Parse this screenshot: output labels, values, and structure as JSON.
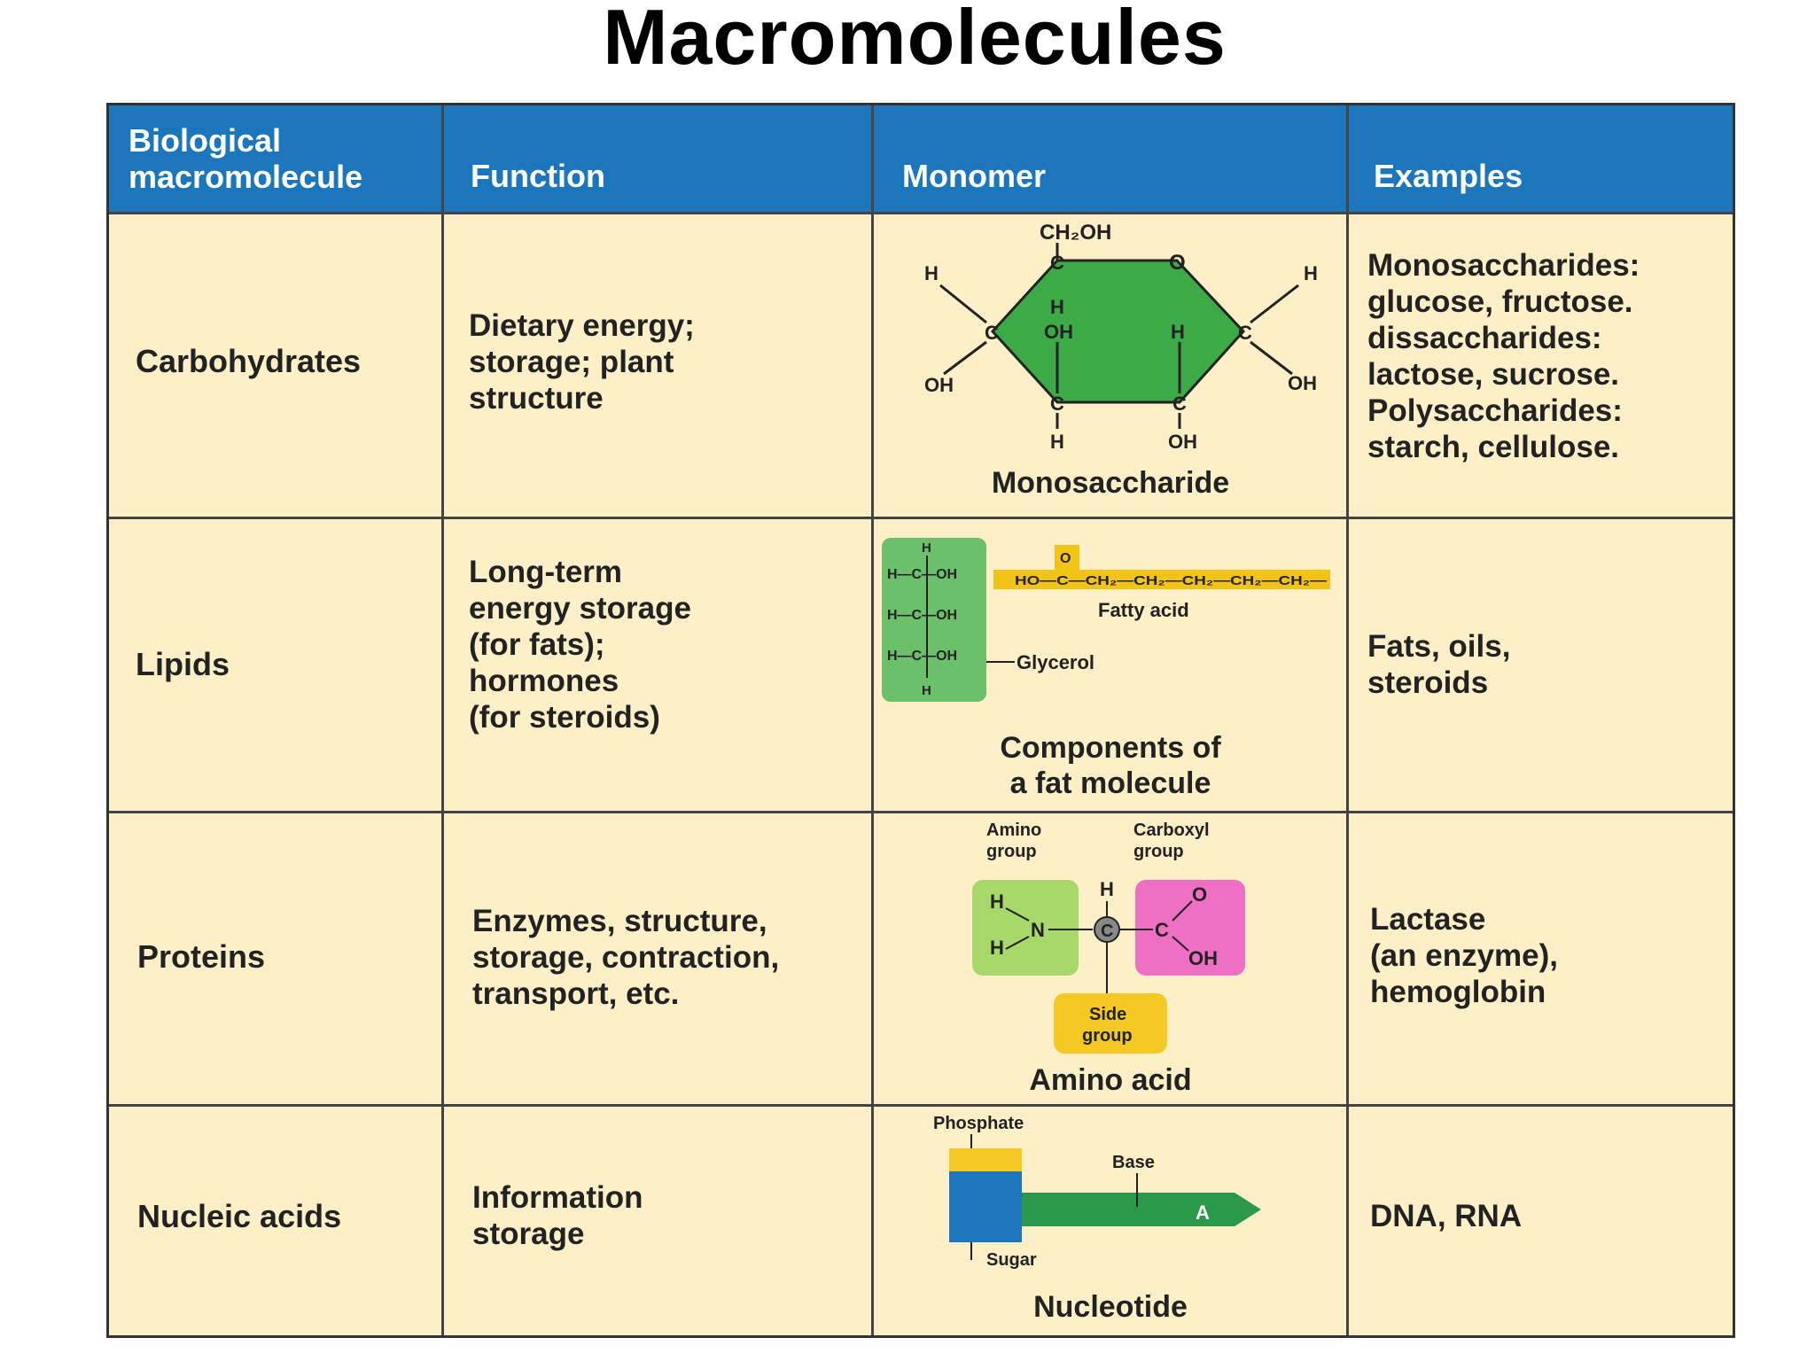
{
  "title": "Macromolecules",
  "table": {
    "headers": [
      "Biological macromolecule",
      "Function",
      "Monomer",
      "Examples"
    ],
    "rows": [
      {
        "name": "Carbohydrates",
        "function": [
          "Dietary energy;",
          "storage; plant",
          "structure"
        ],
        "monomer": "Monosaccharide",
        "examples": [
          "Monosaccharides:",
          "glucose, fructose.",
          "dissaccharides:",
          "lactose, sucrose.",
          "Polysaccharides:",
          "starch, cellulose."
        ]
      },
      {
        "name": "Lipids",
        "function": [
          "Long-term",
          "energy storage",
          "(for fats);",
          "hormones",
          "(for steroids)"
        ],
        "monomer": [
          "Components of",
          "a fat molecule"
        ],
        "examples": [
          "Fats, oils,",
          "steroids"
        ]
      },
      {
        "name": "Proteins",
        "function": [
          "Enzymes, structure,",
          "storage, contraction,",
          "transport, etc."
        ],
        "monomer": "Amino acid",
        "examples": [
          "Lactase",
          "(an enzyme),",
          "hemoglobin"
        ]
      },
      {
        "name": "Nucleic acids",
        "function": [
          "Information",
          "storage"
        ],
        "monomer": "Nucleotide",
        "examples": [
          "DNA, RNA"
        ]
      }
    ]
  },
  "diagrams": {
    "monosaccharide": {
      "top": "CH₂OH",
      "ring_o": "O",
      "h": "H",
      "c": "C",
      "oh": "OH",
      "fill": "#3daa48"
    },
    "fat": {
      "fatty_acid_label": "Fatty acid",
      "glycerol_label": "Glycerol",
      "fatty_acid_chain": "HO—C—CH₂—CH₂—CH₂—CH₂—CH₂—",
      "o": "O",
      "glycerol_rows": [
        "H—C—OH",
        "H—C—OH",
        "H—C—OH"
      ],
      "h": "H",
      "glycerol_fill": "#6cc06c",
      "fatty_fill": "#f2c418"
    },
    "amino": {
      "amino_label": [
        "Amino",
        "group"
      ],
      "carboxyl_label": [
        "Carboxyl",
        "group"
      ],
      "side_label": [
        "Side",
        "group"
      ],
      "h": "H",
      "n": "N",
      "c": "C",
      "o": "O",
      "oh": "OH",
      "amino_fill": "#a8d86a",
      "carboxyl_fill": "#ef6fc4",
      "side_fill": "#f4c923"
    },
    "nucleotide": {
      "phosphate_label": "Phosphate",
      "base_label": "Base",
      "sugar_label": "Sugar",
      "base_letter": "A",
      "phosphate_fill": "#f4c923",
      "sugar_fill": "#1b76bb",
      "base_fill": "#2a9a4a"
    }
  }
}
